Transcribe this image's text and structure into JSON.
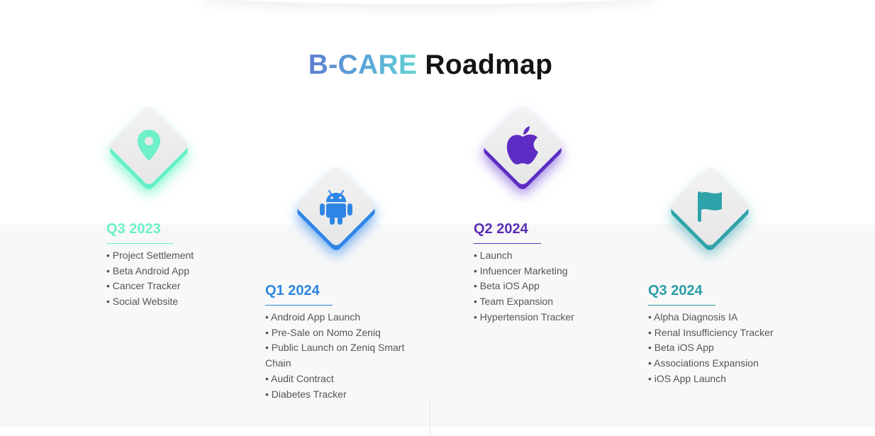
{
  "title": {
    "brand": "B-CARE",
    "rest": "Roadmap"
  },
  "phases": [
    {
      "label": "Q3 2023",
      "color": "#6ef0c9",
      "icon": "map-pin-icon",
      "items": [
        "• Project Settlement",
        "• Beta Android App",
        "• Cancer Tracker",
        "• Social Website"
      ]
    },
    {
      "label": "Q1 2024",
      "color": "#2c87e3",
      "icon": "android-icon",
      "items": [
        "• Android App Launch",
        "• Pre-Sale on Nomo Zeniq",
        "• Public Launch on Zeniq Smart Chain",
        "• Audit Contract",
        "• Diabetes Tracker"
      ]
    },
    {
      "label": "Q2 2024",
      "color": "#5a2fb3",
      "icon": "apple-icon",
      "items": [
        "• Launch",
        "• Infuencer Marketing",
        "• Beta iOS App",
        "• Team Expansion",
        "• Hypertension Tracker"
      ]
    },
    {
      "label": "Q3 2024",
      "color": "#2a9ea6",
      "icon": "flag-icon",
      "items": [
        "• Alpha Diagnosis IA",
        "• Renal Insufficiency Tracker",
        "• Beta iOS App",
        "• Associations Expansion",
        "• iOS App Launch"
      ]
    }
  ]
}
